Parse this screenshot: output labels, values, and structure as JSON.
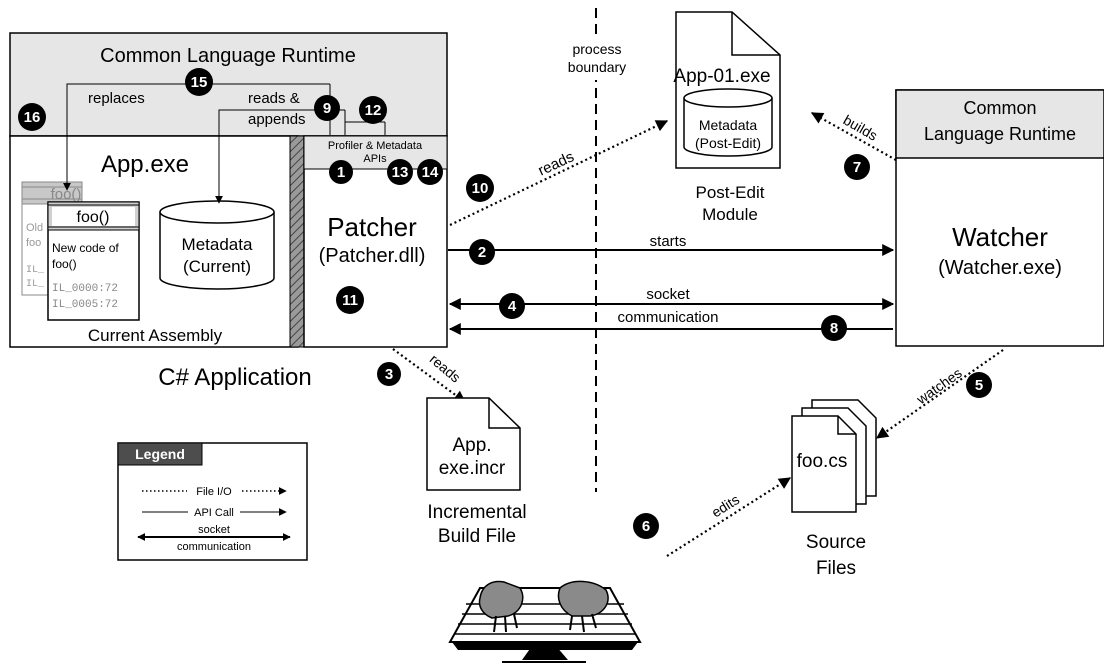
{
  "clr_left": {
    "title": "Common Language Runtime"
  },
  "app": {
    "title": "App.exe",
    "caption": "Current Assembly",
    "container_label": "C# Application",
    "old_method": {
      "title": "foo()",
      "text1": "Old",
      "text2": "foo"
    },
    "new_method": {
      "title": "foo()",
      "line1": "New code of",
      "line2": "foo()",
      "il1": "IL_0000:72",
      "il2": "IL_0005:72",
      "back_il1": "IL_",
      "back_il2": "IL_"
    },
    "metadata": {
      "line1": "Metadata",
      "line2": "(Current)"
    }
  },
  "profiler_apis": {
    "line1": "Profiler & Metadata",
    "line2": "APIs"
  },
  "patcher": {
    "title": "Patcher",
    "subtitle": "(Patcher.dll)"
  },
  "labels": {
    "replaces": "replaces",
    "reads_appends_1": "reads &",
    "reads_appends_2": "appends",
    "process_boundary_1": "process",
    "process_boundary_2": "boundary",
    "reads_top": "reads",
    "starts": "starts",
    "socket_1": "socket",
    "socket_2": "communication",
    "reads_bottom": "reads",
    "builds": "builds",
    "watches": "watches",
    "edits": "edits"
  },
  "post_edit": {
    "file_title": "App-01.exe",
    "db_line1": "Metadata",
    "db_line2": "(Post-Edit)",
    "caption1": "Post-Edit",
    "caption2": "Module"
  },
  "clr_right": {
    "line1": "Common",
    "line2": "Language Runtime"
  },
  "watcher": {
    "title": "Watcher",
    "subtitle": "(Watcher.exe)"
  },
  "incr_file": {
    "line1": "App.",
    "line2": "exe.incr",
    "caption1": "Incremental",
    "caption2": "Build File"
  },
  "source": {
    "file": "foo.cs",
    "caption1": "Source",
    "caption2": "Files"
  },
  "legend": {
    "title": "Legend",
    "file_io": "File I/O",
    "api_call": "API Call",
    "socket_1": "socket",
    "socket_2": "communication"
  },
  "steps": [
    "1",
    "2",
    "3",
    "4",
    "5",
    "6",
    "7",
    "8",
    "9",
    "10",
    "11",
    "12",
    "13",
    "14",
    "15",
    "16"
  ],
  "colors": {
    "clr_fill": "#e6e6e6",
    "badge": "#000000",
    "hatch": "#555555",
    "legend_header": "#4d4d4d"
  }
}
